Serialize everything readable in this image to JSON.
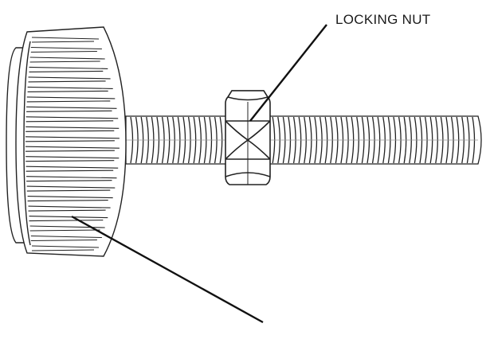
{
  "labels": {
    "locking_nut": "LOCKING NUT"
  },
  "colors": {
    "ink": "#222222",
    "background": "#ffffff"
  },
  "parts": [
    "knurled-knob",
    "threaded-rod",
    "hex-nut"
  ]
}
